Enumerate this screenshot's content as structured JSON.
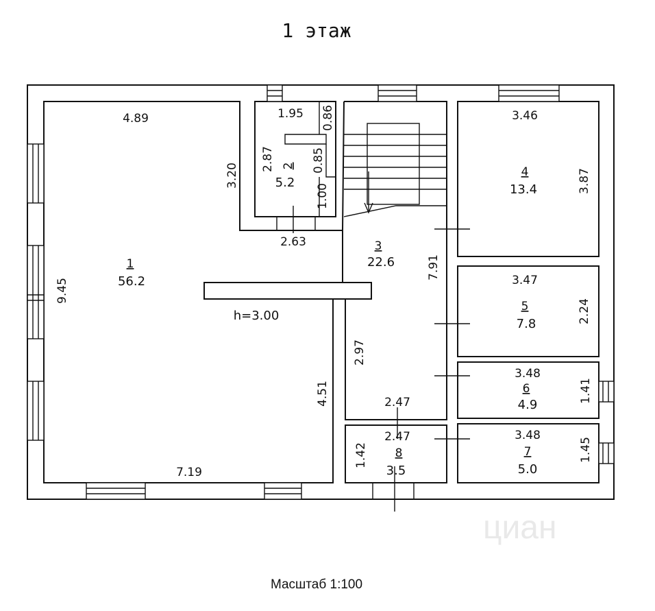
{
  "title": "1 этаж",
  "scale_label": "Масштаб 1:100",
  "ceiling": "h=3.00",
  "watermark": "циан",
  "rooms": [
    {
      "number": "1",
      "area": "56.2"
    },
    {
      "number": "2",
      "area": "5.2"
    },
    {
      "number": "3",
      "area": "22.6"
    },
    {
      "number": "4",
      "area": "13.4"
    },
    {
      "number": "5",
      "area": "7.8"
    },
    {
      "number": "6",
      "area": "4.9"
    },
    {
      "number": "7",
      "area": "5.0"
    },
    {
      "number": "8",
      "area": "3.5"
    }
  ],
  "dimensions": {
    "r1_top": "4.89",
    "r1_left": "9.45",
    "r1_right_upper": "3.20",
    "r1_right_lower": "4.51",
    "r1_bottom": "7.19",
    "r2_top": "1.95",
    "r2_left": "2.87",
    "r2_a": "0.86",
    "r2_b": "0.85",
    "r2_c": "1.00",
    "r2_bottom": "2.63",
    "r3_right": "7.91",
    "r3_left_lower": "2.97",
    "r3_bottom": "2.47",
    "r4_top": "3.46",
    "r4_right": "3.87",
    "r5_top": "3.47",
    "r5_right": "2.24",
    "r6_top": "3.48",
    "r6_right": "1.41",
    "r7_top": "3.48",
    "r7_right": "1.45",
    "r8_top": "2.47",
    "r8_left": "1.42"
  }
}
